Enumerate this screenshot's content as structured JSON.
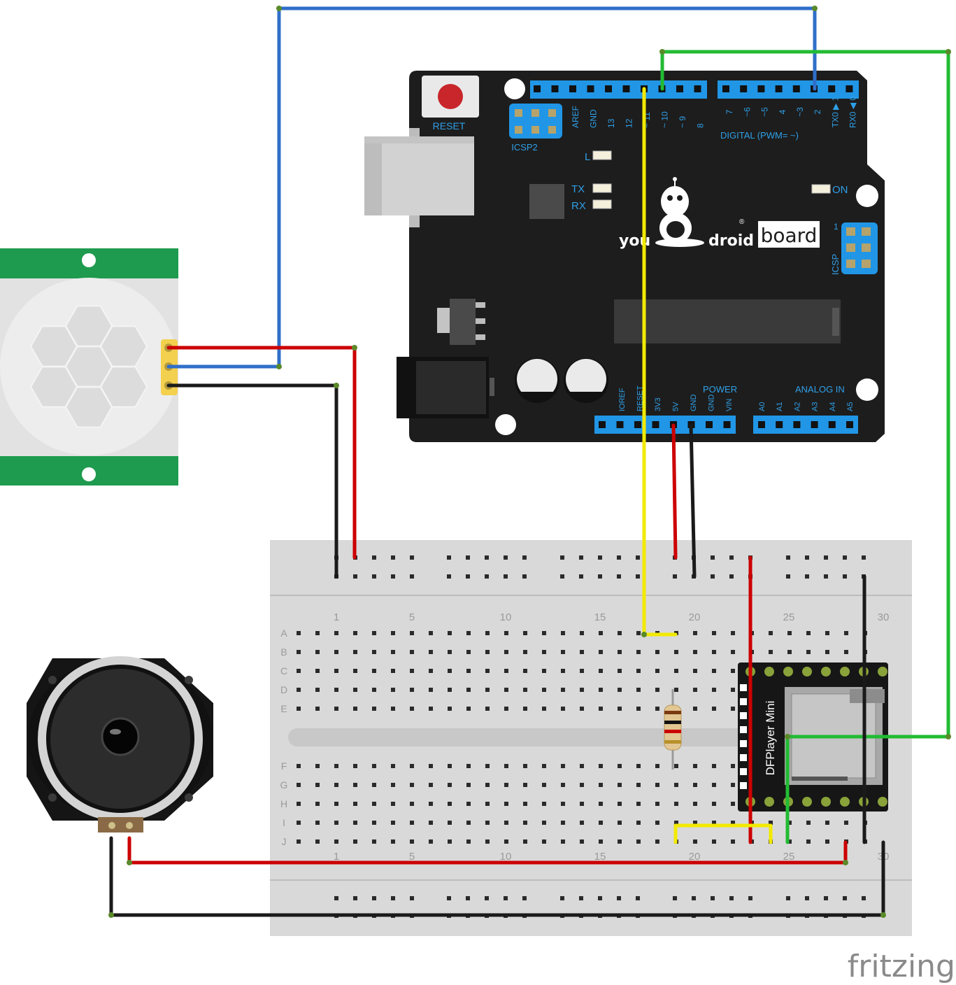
{
  "arduino": {
    "reset_label": "RESET",
    "icsp2_label": "ICSP2",
    "icsp_label": "ICSP",
    "icsp_pin1": "1",
    "led_l": "L",
    "led_tx": "TX",
    "led_rx": "RX",
    "led_on": "ON",
    "digital_label": "DIGITAL (PWM= ~)",
    "top_pins_left": [
      "AREF",
      "GND",
      "13",
      "12",
      "~ 11",
      "~ 10",
      "~ 9",
      "8"
    ],
    "top_pins_right": [
      "7",
      "~6",
      "~5",
      "4",
      "~3",
      "2",
      "TX0 ▶ 1",
      "RX0 ◀ 0"
    ],
    "power_label": "POWER",
    "analog_label": "ANALOG IN",
    "power_pins": [
      "IOREF",
      "RESET",
      "3V3",
      "5V",
      "GND",
      "GND",
      "VIN"
    ],
    "analog_pins": [
      "A0",
      "A1",
      "A2",
      "A3",
      "A4",
      "A5"
    ],
    "brand_you": "you",
    "brand_droid": "droid",
    "brand_board": "board",
    "brand_reg": "®"
  },
  "breadboard": {
    "row_letters": [
      "A",
      "B",
      "C",
      "D",
      "E",
      "F",
      "G",
      "H",
      "I",
      "J"
    ],
    "column_numbers": [
      "1",
      "5",
      "10",
      "15",
      "20",
      "25",
      "30"
    ]
  },
  "dfplayer": {
    "label": "DFPlayer Mini"
  },
  "footer": {
    "logo": "fritzing"
  },
  "colors": {
    "wire_red": "#cc0000",
    "wire_black": "#1a1a1a",
    "wire_blue": "#2f6fc9",
    "wire_green": "#22bb33",
    "wire_yellow": "#f2ea00",
    "arduino_pcb": "#1d1d1d",
    "header_blue": "#2196e6",
    "pir_green": "#1e9b4e"
  }
}
